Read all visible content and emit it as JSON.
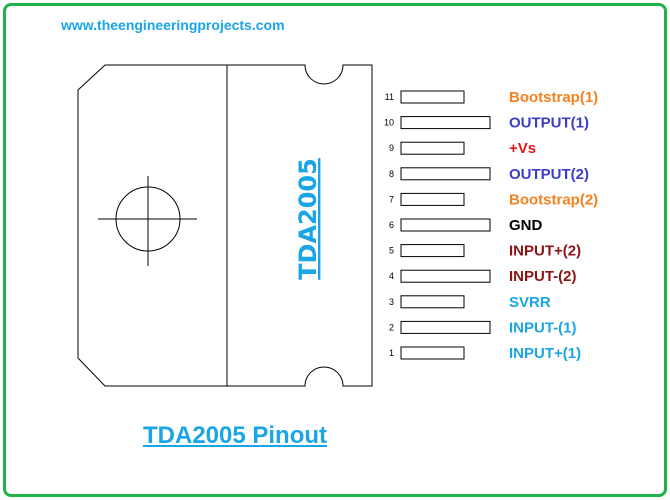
{
  "header": {
    "url": "www.theengineeringprojects.com"
  },
  "chip": {
    "name": "TDA2005"
  },
  "caption": "TDA2005 Pinout",
  "pins": [
    {
      "number": "11",
      "label": "Bootstrap(1)",
      "color": "#f58220",
      "long": false
    },
    {
      "number": "10",
      "label": "OUTPUT(1)",
      "color": "#3c3cc8",
      "long": true
    },
    {
      "number": "9",
      "label": "+Vs",
      "color": "#e8141c",
      "long": false
    },
    {
      "number": "8",
      "label": "OUTPUT(2)",
      "color": "#3c3cc8",
      "long": true
    },
    {
      "number": "7",
      "label": "Bootstrap(2)",
      "color": "#f58220",
      "long": false
    },
    {
      "number": "6",
      "label": "GND",
      "color": "#000000",
      "long": true
    },
    {
      "number": "5",
      "label": "INPUT+(2)",
      "color": "#8b1414",
      "long": false
    },
    {
      "number": "4",
      "label": "INPUT-(2)",
      "color": "#8b1414",
      "long": true
    },
    {
      "number": "3",
      "label": "SVRR",
      "color": "#1aa5e6",
      "long": false
    },
    {
      "number": "2",
      "label": "INPUT-(1)",
      "color": "#1aa5e6",
      "long": true
    },
    {
      "number": "1",
      "label": "INPUT+(1)",
      "color": "#1aa5e6",
      "long": false
    }
  ]
}
